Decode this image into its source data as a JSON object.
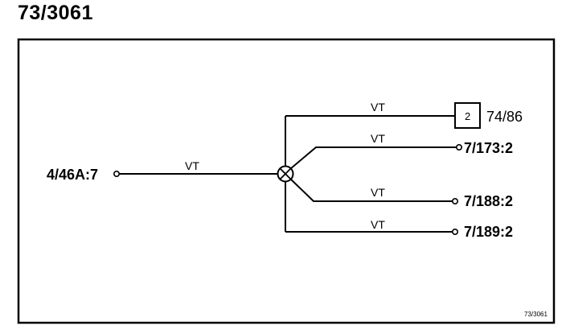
{
  "title": "73/3061",
  "source": {
    "label": "4/46A:7",
    "wire_color": "VT"
  },
  "branches": [
    {
      "wire_color": "VT",
      "connector_number": "2",
      "target": "74/86"
    },
    {
      "wire_color": "VT",
      "target": "7/173:2"
    },
    {
      "wire_color": "VT",
      "target": "7/188:2"
    },
    {
      "wire_color": "VT",
      "target": "7/189:2"
    }
  ],
  "footer_ref": "73/3061"
}
